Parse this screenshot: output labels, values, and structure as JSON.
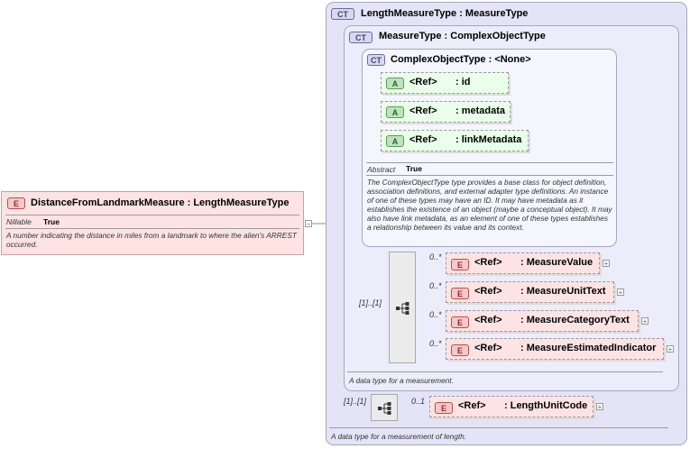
{
  "root_element": {
    "badge": "E",
    "title": "DistanceFromLandmarkMeasure : LengthMeasureType",
    "nillable_label": "Nillable",
    "nillable_value": "True",
    "description": "A number indicating the distance in miles from a landmark to where the alien's ARREST occurred.",
    "toggle": "−"
  },
  "length_measure_type": {
    "badge": "CT",
    "title": "LengthMeasureType : MeasureType",
    "description": "A data type for a measurement of length.",
    "sequence_cardinality": "[1]..[1]",
    "child": {
      "badge": "E",
      "ref": "<Ref>",
      "name": ": LengthUnitCode",
      "cardinality": "0..1",
      "toggle": "+"
    }
  },
  "measure_type": {
    "badge": "CT",
    "title": "MeasureType : ComplexObjectType",
    "description": "A data type for a measurement.",
    "sequence_cardinality": "[1]..[1]",
    "children": [
      {
        "badge": "E",
        "ref": "<Ref>",
        "name": ": MeasureValue",
        "cardinality": "0..*",
        "toggle": "+"
      },
      {
        "badge": "E",
        "ref": "<Ref>",
        "name": ": MeasureUnitText",
        "cardinality": "0..*",
        "toggle": "+"
      },
      {
        "badge": "E",
        "ref": "<Ref>",
        "name": ": MeasureCategoryText",
        "cardinality": "0..*",
        "toggle": "+"
      },
      {
        "badge": "E",
        "ref": "<Ref>",
        "name": ": MeasureEstimatedIndicator",
        "cardinality": "0..*",
        "toggle": "+"
      }
    ]
  },
  "complex_object_type": {
    "badge": "CT",
    "title": "ComplexObjectType : <None>",
    "attributes": [
      {
        "badge": "A",
        "ref": "<Ref>",
        "name": ": id"
      },
      {
        "badge": "A",
        "ref": "<Ref>",
        "name": ": metadata"
      },
      {
        "badge": "A",
        "ref": "<Ref>",
        "name": ": linkMetadata"
      }
    ],
    "abstract_label": "Abstract",
    "abstract_value": "True",
    "description": "The ComplexObjectType type provides a base class for object definition, association definitions, and external adapter type definitions. An instance of one of these types may have an ID. It may have metadata as it establishes the existence of an object (maybe a conceptual object). It may also have link metadata, as an element of one of these types establishes a relationship between its value and its context."
  },
  "colors": {
    "element_fill": "#fde3e3",
    "attribute_fill": "#eaffea",
    "complex_type_fill": "#e4e4f6"
  }
}
